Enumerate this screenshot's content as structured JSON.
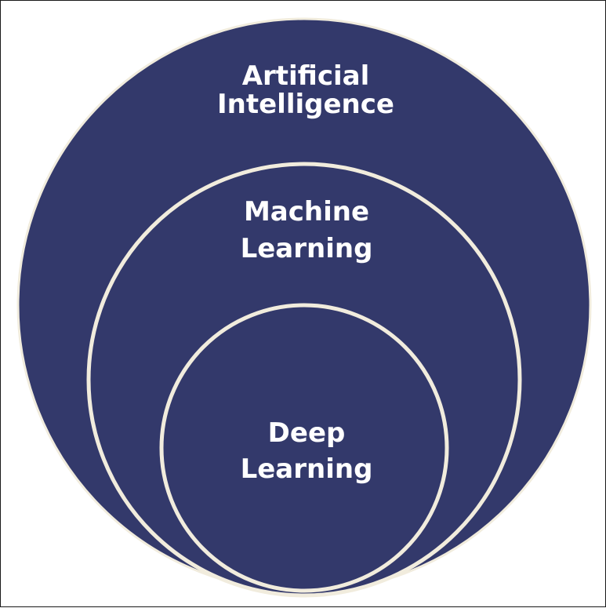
{
  "diagram": {
    "circles": [
      {
        "id": "ai",
        "lines": [
          "Artificial",
          "Intelligence"
        ]
      },
      {
        "id": "ml",
        "lines": [
          "Machine",
          "Learning"
        ]
      },
      {
        "id": "dl",
        "lines": [
          "Deep",
          "Learning"
        ]
      }
    ]
  },
  "colors": {
    "fill": "#33396b",
    "outline": "#f1ecdd",
    "text": "#ffffff",
    "background": "#ffffff"
  }
}
